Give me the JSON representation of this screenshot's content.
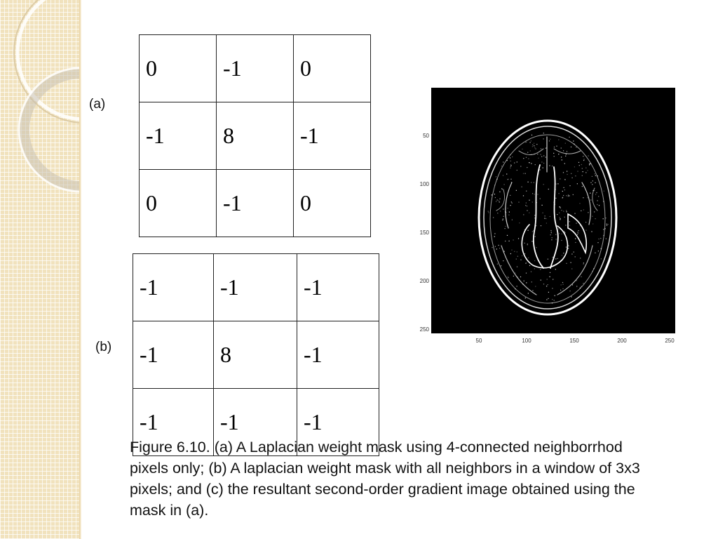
{
  "labels": {
    "a": "(a)",
    "b": "(b)"
  },
  "mask_a": [
    [
      "0",
      "-1",
      "0"
    ],
    [
      "-1",
      "8",
      "-1"
    ],
    [
      "0",
      "-1",
      "0"
    ]
  ],
  "mask_b": [
    [
      "-1",
      "-1",
      "-1"
    ],
    [
      "-1",
      "8",
      "-1"
    ],
    [
      "-1",
      "-1",
      "-1"
    ]
  ],
  "figure_c": {
    "y_ticks": [
      "50",
      "100",
      "150",
      "200",
      "250"
    ],
    "x_ticks": [
      "50",
      "100",
      "150",
      "200",
      "250"
    ],
    "background": "#000000",
    "edge_color": "#ffffff"
  },
  "caption": "Figure 6.10. (a) A Laplacian weight mask using 4-connected neighborrhod pixels only; (b) A laplacian weight mask with all neighbors in a window of 3x3 pixels; and (c) the resultant second-order gradient image obtained using the mask in (a).",
  "theme": {
    "strip_color": "#f1e2bd",
    "strip_rings": "#ffffff"
  }
}
